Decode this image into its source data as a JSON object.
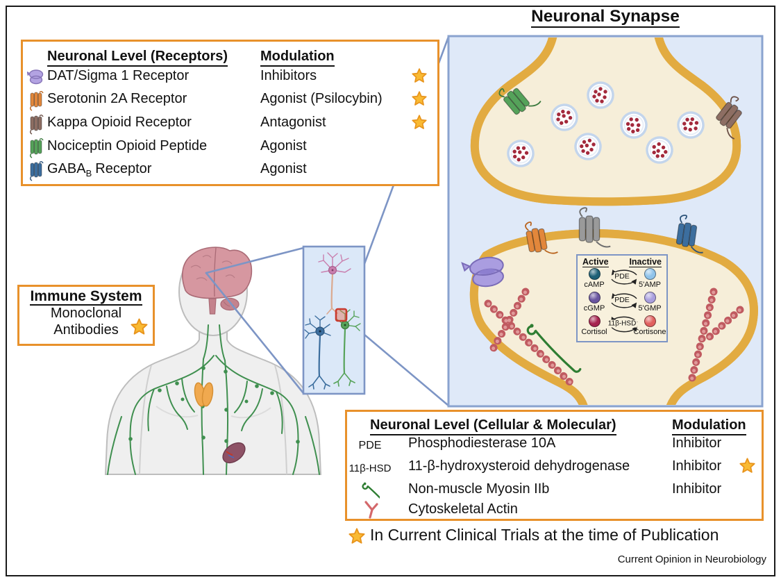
{
  "title": "Neuronal Synapse",
  "journal": "Current Opinion in Neurobiology",
  "legend": {
    "text": "In Current Clinical Trials at the time of Publication"
  },
  "receptor_table": {
    "header": {
      "col1": "Neuronal Level (Receptors)",
      "col2": "Modulation"
    },
    "rows": [
      {
        "icon": "dat-transporter-icon",
        "icon_color": "#b3a3e2",
        "name": "DAT/Sigma 1 Receptor",
        "modulation": "Inhibitors",
        "star": true
      },
      {
        "icon": "gpcr-receptor-icon",
        "icon_color": "#e2873b",
        "name": "Serotonin 2A Receptor",
        "modulation": "Agonist (Psilocybin)",
        "star": true
      },
      {
        "icon": "gpcr-receptor-icon",
        "icon_color": "#8d6e63",
        "name": "Kappa Opioid Receptor",
        "modulation": "Antagonist",
        "star": true
      },
      {
        "icon": "gpcr-receptor-icon",
        "icon_color": "#55a25a",
        "name": "Nociceptin Opioid Peptide",
        "modulation": "Agonist",
        "star": false
      },
      {
        "icon": "gpcr-receptor-icon",
        "icon_color": "#3c6e9e",
        "name_base": "GABA",
        "name_sub": "B",
        "name_suffix": "Receptor",
        "modulation": "Agonist",
        "star": false
      }
    ]
  },
  "immune_box": {
    "title": "Immune System",
    "line1": "Monoclonal",
    "line2": "Antibodies",
    "star": true
  },
  "molecular_table": {
    "header": {
      "col1": "Neuronal Level (Cellular & Molecular)",
      "col2": "Modulation"
    },
    "rows": [
      {
        "icon_label": "PDE",
        "name": "Phosphodiesterase 10A",
        "modulation": "Inhibitor",
        "star": false
      },
      {
        "icon_label": "11β-HSD",
        "name": "11-β-hydroxysteroid dehydrogenase",
        "modulation": "Inhibitor",
        "star": true
      },
      {
        "icon": "myosin-icon",
        "name": "Non-muscle Myosin IIb",
        "modulation": "Inhibitor",
        "star": false
      },
      {
        "icon": "actin-icon",
        "name": "Cytoskeletal Actin",
        "modulation": "",
        "star": false
      }
    ]
  },
  "inset": {
    "header": {
      "active": "Active",
      "inactive": "Inactive"
    },
    "rows": [
      {
        "active": "cAMP",
        "enzyme": "PDE",
        "inactive": "5'AMP",
        "active_color": "#1d6076",
        "inactive_color": "#8fc3ea"
      },
      {
        "active": "cGMP",
        "enzyme": "PDE",
        "inactive": "5'GMP",
        "active_color": "#6a55a0",
        "inactive_color": "#a99fde"
      },
      {
        "active": "Cortisol",
        "enzyme": "11β-HSD",
        "inactive": "Cortisone",
        "active_color": "#a6234f",
        "inactive_color": "#e0605e"
      }
    ]
  },
  "colors": {
    "accent_orange_border": "#e8912b",
    "blue_border": "#7d95c5",
    "panel_blue_fill": "#dfe9f8",
    "membrane_yellow": "#eec35b",
    "cell_cream": "#f6eed9",
    "vesicle_dot_red": "#a3293c",
    "actin_red": "#cf696c",
    "myosin_green": "#2e7d32",
    "star_gold": "#f9ba33",
    "star_outline": "#e8941c"
  }
}
